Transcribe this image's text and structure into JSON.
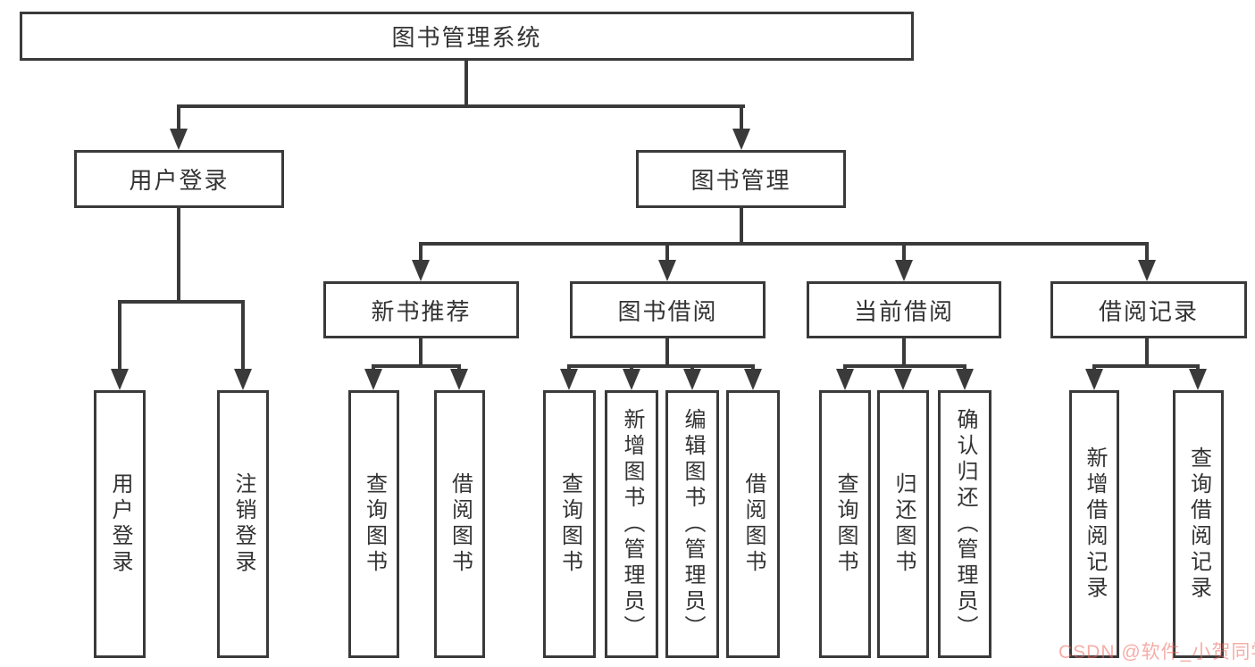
{
  "tree": {
    "root": "图书管理系统",
    "user_login": {
      "label": "用户登录",
      "children": [
        "用户登录",
        "注销登录"
      ]
    },
    "book_mgmt": {
      "label": "图书管理",
      "groups": [
        {
          "label": "新书推荐",
          "children": [
            "查询图书",
            "借阅图书"
          ]
        },
        {
          "label": "图书借阅",
          "children": [
            "查询图书",
            "新增图书（管理员）",
            "编辑图书（管理员）",
            "借阅图书"
          ]
        },
        {
          "label": "当前借阅",
          "children": [
            "查询图书",
            "归还图书",
            "确认归还（管理员）"
          ]
        },
        {
          "label": "借阅记录",
          "children": [
            "新增借阅记录",
            "查询借阅记录"
          ]
        }
      ]
    }
  },
  "watermark": "CSDN @软件_小贺同学",
  "colors": {
    "line": "#3a3a3a",
    "text": "#333333",
    "background": "#ffffff",
    "watermark": "#ed6a5f"
  }
}
